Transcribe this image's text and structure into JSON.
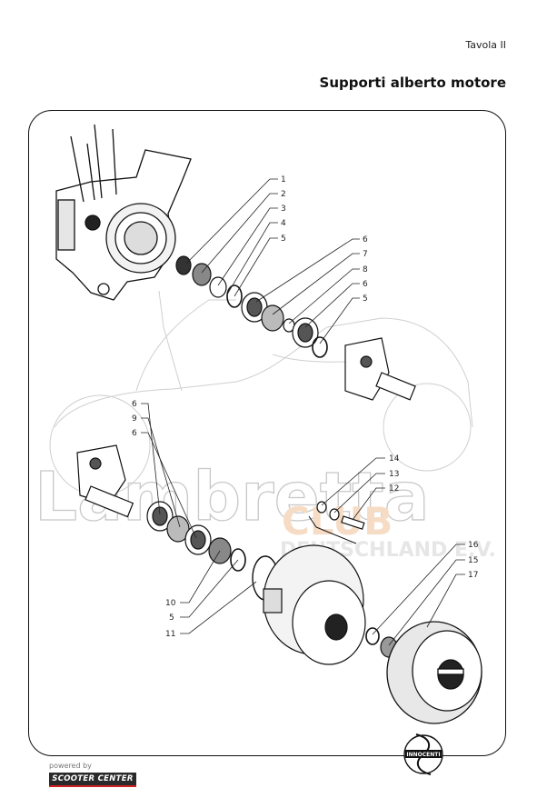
{
  "header": {
    "tavola": "Tavola II",
    "title": "Supporti alberto motore"
  },
  "watermark": {
    "line1": "Lambretta",
    "line2": "CLUB",
    "line3": "DEUTSCHLAND E.V."
  },
  "callouts": {
    "c1": "1",
    "c2": "2",
    "c3": "3",
    "c4": "4",
    "c5a": "5",
    "c6a": "6",
    "c7": "7",
    "c8": "8",
    "c6b": "6",
    "c5b": "5",
    "c6c": "6",
    "c9": "9",
    "c6d": "6",
    "c14": "14",
    "c13": "13",
    "c12": "12",
    "c16": "16",
    "c15": "15",
    "c17": "17",
    "c10": "10",
    "c5c": "5",
    "c11": "11"
  },
  "logo": {
    "text": "INNOCENTI"
  },
  "footer": {
    "powered": "powered by",
    "brand": "SCOOTER CENTER"
  }
}
